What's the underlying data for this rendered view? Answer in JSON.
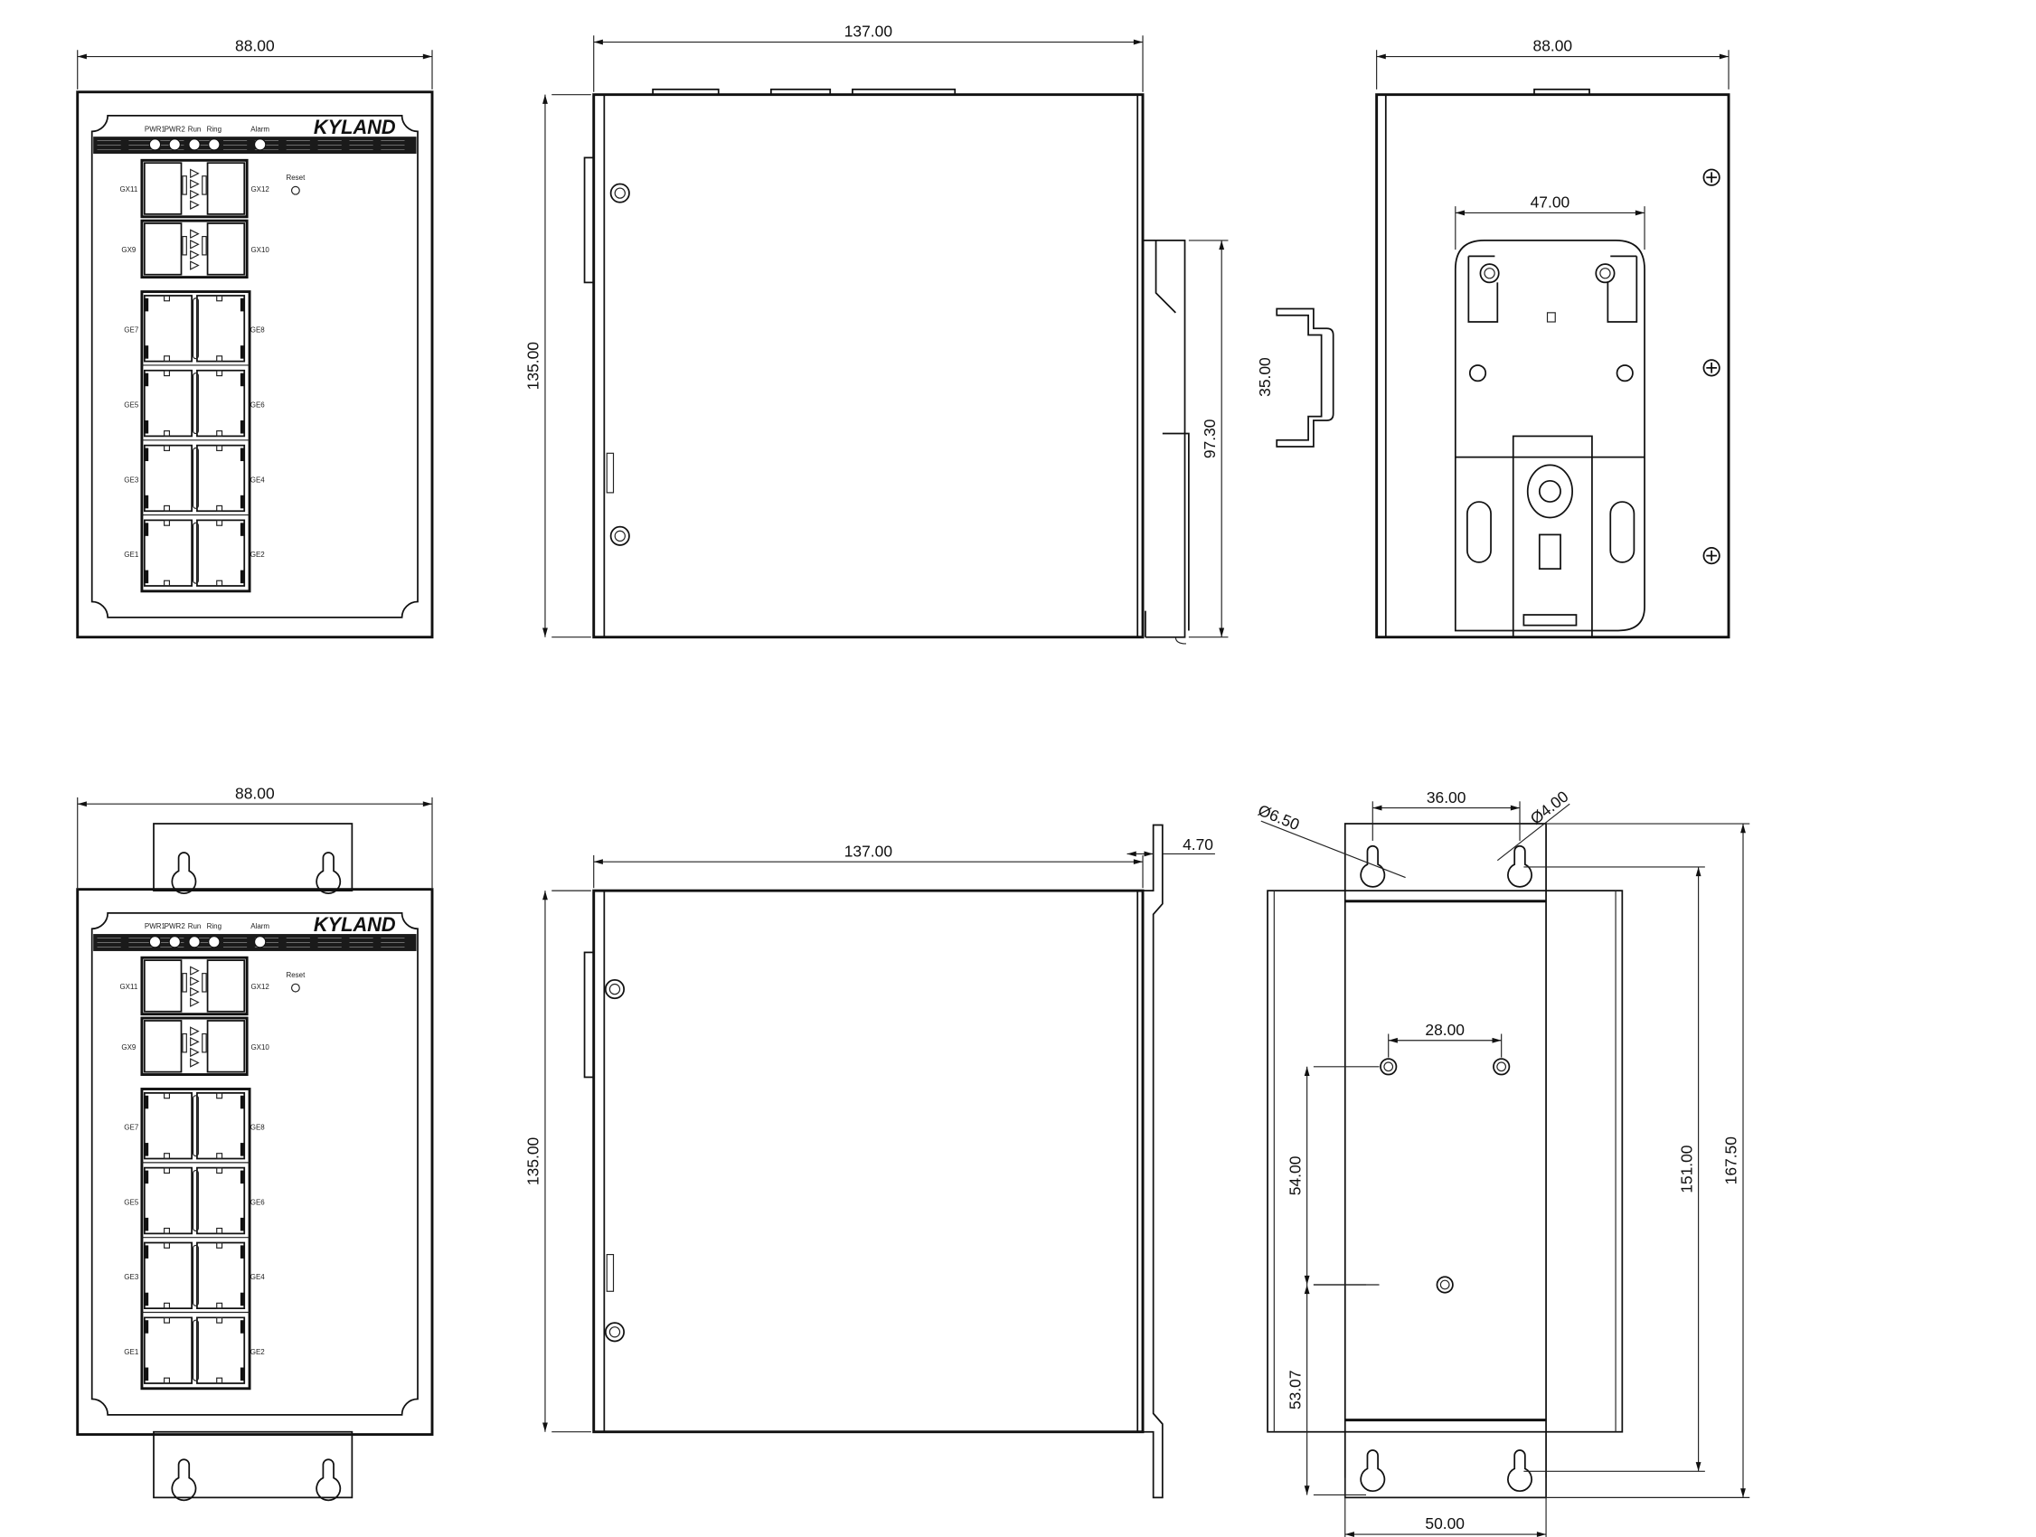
{
  "front_panel": {
    "brand": "KYLAND",
    "leds": [
      "PWR1",
      "PWR2",
      "Run",
      "Ring"
    ],
    "alarm_label": "Alarm",
    "reset_label": "Reset",
    "sfp_ports_left": [
      "GX11",
      "GX9"
    ],
    "sfp_ports_right": [
      "GX12",
      "GX10"
    ],
    "rj45_ports_left": [
      "GE7",
      "GE5",
      "GE3",
      "GE1"
    ],
    "rj45_ports_right": [
      "GE8",
      "GE6",
      "GE4",
      "GE2"
    ]
  },
  "dimensions": {
    "din_front_width": "88.00",
    "din_side_depth": "137.00",
    "din_side_height": "135.00",
    "din_clip_height": "97.30",
    "din_rail_width": "35.00",
    "din_rear_width": "88.00",
    "din_clip_width": "47.00",
    "wall_front_width": "88.00",
    "wall_side_depth": "137.00",
    "wall_side_height": "135.00",
    "wall_bracket_thickness": "4.70",
    "keyhole_large_dia": "Ø6.50",
    "keyhole_small_dia": "Ø4.00",
    "keyhole_spacing_top": "36.00",
    "hole_spacing": "28.00",
    "hole_vertical_a": "54.00",
    "hole_vertical_b": "53.07",
    "keyhole_spacing_bottom": "50.00",
    "keyhole_vertical": "151.00",
    "total_height": "167.50"
  }
}
